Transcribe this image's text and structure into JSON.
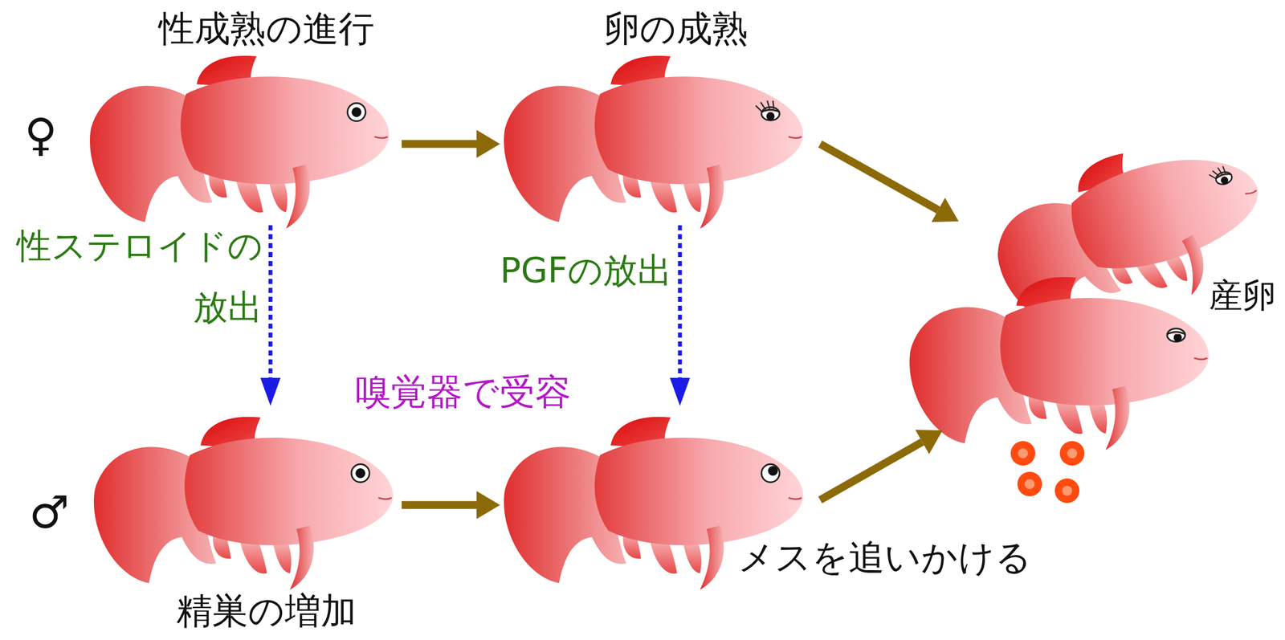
{
  "diagram": {
    "nodes": [
      {
        "text": [
          "性成熟の進行"
        ]
      },
      {
        "text": [
          "卵の成熟"
        ]
      },
      {
        "text": [
          "精巣の増加"
        ]
      },
      {
        "text": [
          "メスを追いかける"
        ]
      },
      {
        "text": [
          "産卵"
        ]
      }
    ],
    "edges": [
      {
        "from": 0,
        "to": 1,
        "arrow": "to"
      },
      {
        "from": 1,
        "to": 4,
        "arrow": "to"
      },
      {
        "from": 2,
        "to": 3,
        "arrow": "to"
      },
      {
        "from": 3,
        "to": 4,
        "arrow": "to"
      },
      {
        "from": 0,
        "to": 2,
        "label": "性ステロイドの 放出",
        "arrow": "to"
      },
      {
        "from": 1,
        "to": 3,
        "label": "PGFの放出",
        "arrow": "to"
      }
    ],
    "labels": [
      "♀",
      "♂",
      "嗅覚器で受容"
    ]
  }
}
